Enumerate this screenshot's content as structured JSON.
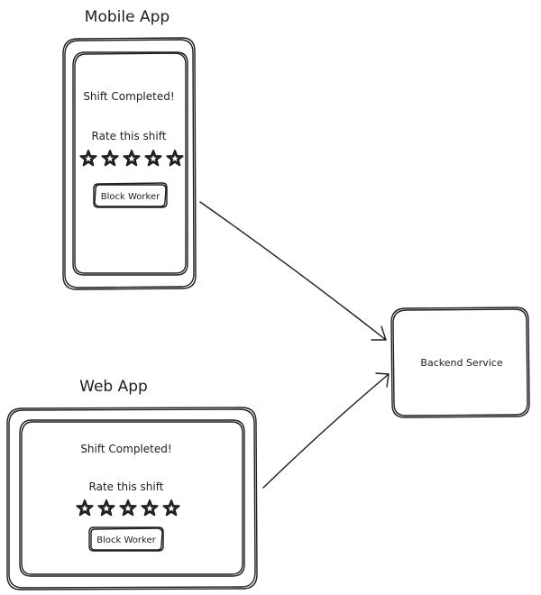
{
  "mobile_app": {
    "title": "Mobile App",
    "message": "Shift Completed!",
    "rating_prompt": "Rate this shift",
    "rating_stars": 5,
    "button_label": "Block Worker"
  },
  "web_app": {
    "title": "Web App",
    "message": "Shift Completed!",
    "rating_prompt": "Rate this shift",
    "rating_stars": 5,
    "button_label": "Block Worker"
  },
  "backend": {
    "label": "Backend Service"
  }
}
